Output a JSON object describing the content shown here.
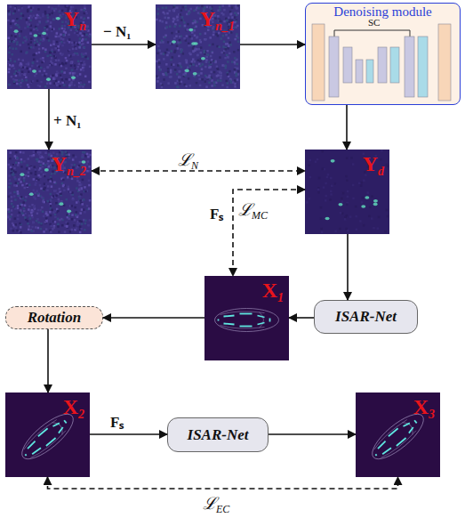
{
  "diagram": {
    "nodes": [
      {
        "text": [
          "Y",
          "n"
        ]
      },
      {
        "text": [
          "Y",
          "n_1"
        ]
      },
      {
        "text": [
          "Denoising module",
          "SC"
        ]
      },
      {
        "text": [
          "Y",
          "n_2"
        ]
      },
      {
        "text": [
          "Y",
          "d"
        ]
      },
      {
        "text": [
          "X",
          "1"
        ]
      },
      {
        "text": [
          "ISAR-Net"
        ]
      },
      {
        "text": [
          "Rotation"
        ]
      },
      {
        "text": [
          "X",
          "2"
        ]
      },
      {
        "text": [
          "ISAR-Net"
        ]
      },
      {
        "text": [
          "X",
          "3"
        ]
      }
    ],
    "edges": [
      {
        "from": 0,
        "to": 1,
        "arrow": "to",
        "label": "− N₁"
      },
      {
        "from": 0,
        "to": 3,
        "arrow": "to",
        "label": "+ N₁"
      },
      {
        "from": 1,
        "to": 2,
        "arrow": "to"
      },
      {
        "from": 2,
        "to": 4,
        "arrow": "to"
      },
      {
        "from": 3,
        "to": 4,
        "arrow": "both"
      },
      {
        "from": 4,
        "to": 5,
        "arrow": "both",
        "label": "Fₛ"
      },
      {
        "from": 4,
        "to": 6,
        "arrow": "to"
      },
      {
        "from": 6,
        "to": 5,
        "arrow": "to"
      },
      {
        "from": 5,
        "to": 7,
        "arrow": "to"
      },
      {
        "from": 7,
        "to": 8,
        "arrow": "to"
      },
      {
        "from": 8,
        "to": 9,
        "arrow": "to",
        "label": "Fₛ"
      },
      {
        "from": 9,
        "to": 10,
        "arrow": "to"
      },
      {
        "from": 8,
        "to": 10,
        "arrow": "both"
      }
    ],
    "labels": [
      "ℒ",
      "N",
      "ℒ",
      "MC",
      "ℒ",
      "EC"
    ]
  }
}
